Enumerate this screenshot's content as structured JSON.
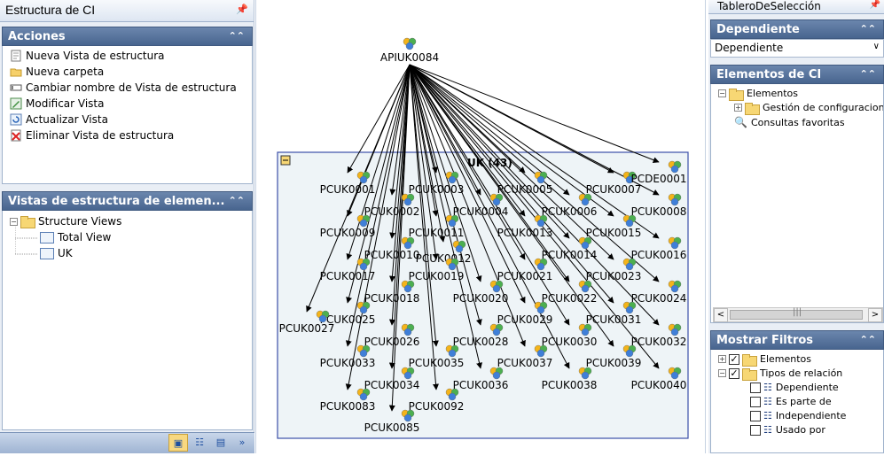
{
  "left": {
    "pane_title": "Estructura de CI",
    "pin": "⬥",
    "acciones": {
      "title": "Acciones",
      "items": [
        {
          "label": "Nueva Vista de estructura",
          "icon": "new-document-icon"
        },
        {
          "label": "Nueva carpeta",
          "icon": "new-folder-icon"
        },
        {
          "label": "Cambiar nombre de Vista de estructura",
          "icon": "rename-icon"
        },
        {
          "label": "Modificar Vista",
          "icon": "edit-icon"
        },
        {
          "label": "Actualizar Vista",
          "icon": "refresh-icon"
        },
        {
          "label": "Eliminar Vista de estructura",
          "icon": "delete-icon"
        }
      ]
    },
    "vistas": {
      "title": "Vistas de estructura de elemen...",
      "root": "Structure Views",
      "children": [
        "Total View",
        "UK"
      ]
    }
  },
  "canvas": {
    "root": "APIUK0084",
    "group_label": "UK (43)",
    "nodes": [
      "PCUK0001",
      "PCUK0002",
      "PCUK0003",
      "PCUK0004",
      "PCUK0005",
      "PCUK0006",
      "PCUK0007",
      "PCDE0001",
      "PCUK0008",
      "PCUK0009",
      "PCUK0010",
      "PCUK0011",
      "PCUK0012",
      "PCUK0013",
      "PCUK0014",
      "PCUK0015",
      "PCUK0016",
      "PCUK0017",
      "PCUK0018",
      "PCUK0019",
      "PCUK0020",
      "PCUK0021",
      "PCUK0022",
      "PCUK0023",
      "PCUK0024",
      "PCUK0025",
      "PCUK0027",
      "PCUK0026",
      "PCUK0028",
      "PCUK0029",
      "PCUK0030",
      "PCUK0031",
      "PCUK0032",
      "PCUK0033",
      "PCUK0035",
      "PCUK0037",
      "PCUK0039",
      "PCUK0034",
      "PCUK0036",
      "PCUK0038",
      "PCUK0040",
      "PCUK0083",
      "PCUK0092",
      "PCUK0085"
    ]
  },
  "right": {
    "pane_title": "TableroDeSelección",
    "dependiente": {
      "title": "Dependiente",
      "selected": "Dependiente"
    },
    "elementos_ci": {
      "title": "Elementos de CI",
      "root": "Elementos",
      "child": "Gestión de configuraciones",
      "favorites": "Consultas favoritas"
    },
    "filtros": {
      "title": "Mostrar Filtros",
      "elementos": "Elementos",
      "tipos": "Tipos de relación",
      "relations": [
        "Dependiente",
        "Es parte de",
        "Independiente",
        "Usado por"
      ]
    }
  }
}
